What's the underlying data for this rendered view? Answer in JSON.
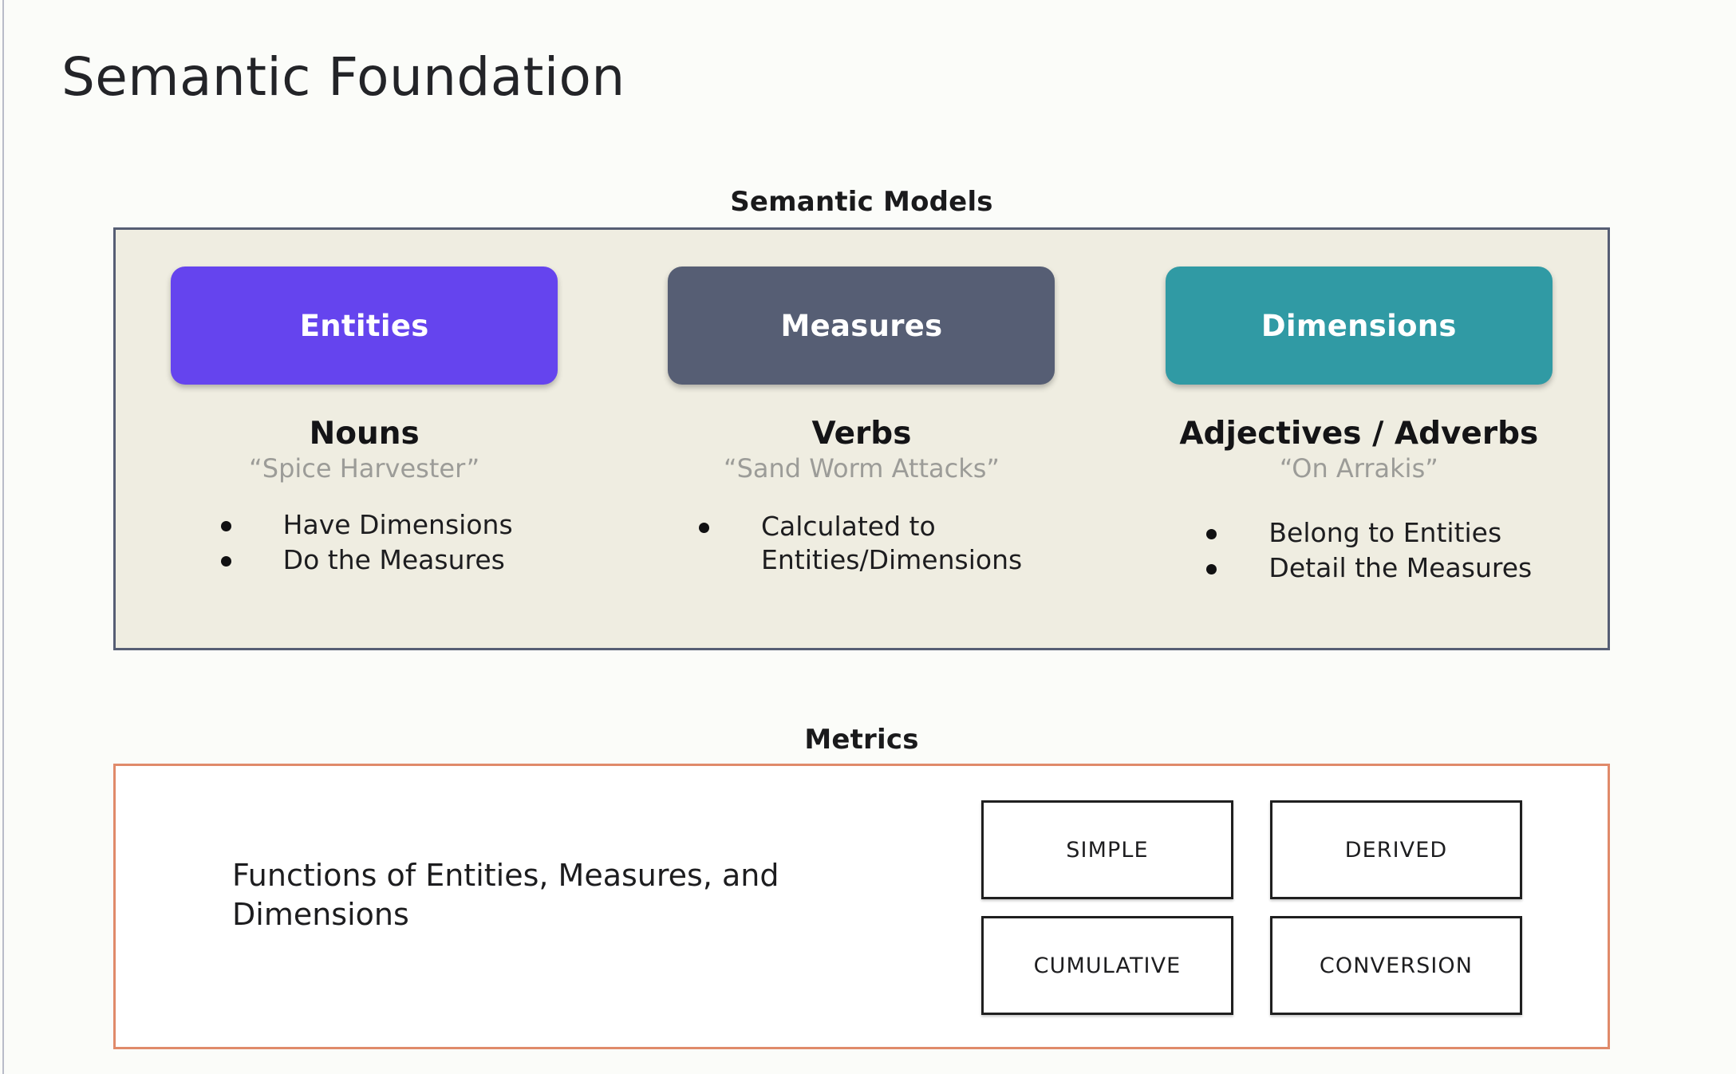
{
  "slide": {
    "title": "Semantic Foundation",
    "background_color": "#FBFCF9"
  },
  "semantic_models": {
    "caption": "Semantic Models",
    "panel_background": "#EFEDE1",
    "panel_border_color": "#565E74",
    "columns": [
      {
        "pill_label": "Entities",
        "pill_color": "#6544EE",
        "part_of_speech": "Nouns",
        "example": "“Spice Harvester”",
        "bullets": [
          "Have Dimensions",
          "Do the Measures"
        ]
      },
      {
        "pill_label": "Measures",
        "pill_color": "#565E74",
        "part_of_speech": "Verbs",
        "example": "“Sand Worm Attacks”",
        "bullets": [
          "Calculated to Entities/Dimensions"
        ]
      },
      {
        "pill_label": "Dimensions",
        "pill_color": "#309AA4",
        "part_of_speech": "Adjectives / Adverbs",
        "example": "“On Arrakis”",
        "bullets": [
          "Belong to Entities",
          "Detail the Measures"
        ]
      }
    ]
  },
  "metrics": {
    "caption": "Metrics",
    "panel_border_color": "#E08A6A",
    "description": "Functions of Entities, Measures, and Dimensions",
    "types": [
      "SIMPLE",
      "DERIVED",
      "CUMULATIVE",
      "CONVERSION"
    ]
  }
}
